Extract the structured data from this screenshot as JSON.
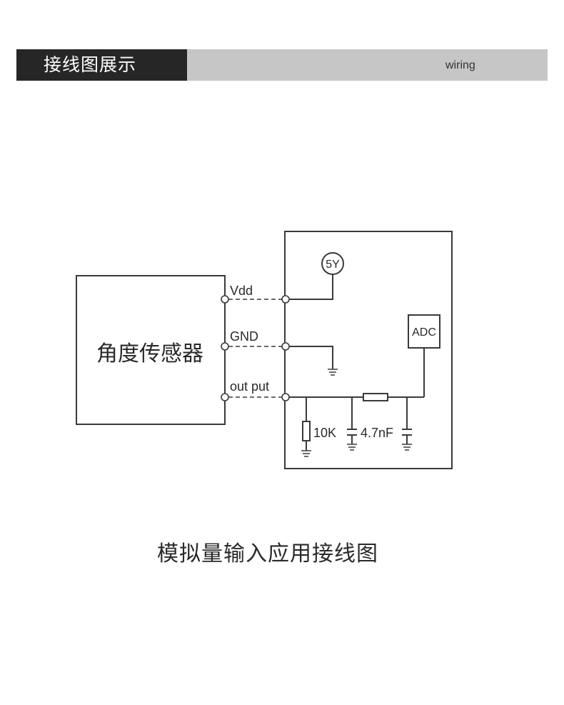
{
  "header": {
    "title": "接线图展示",
    "subtitle": "wiring"
  },
  "diagram": {
    "sensor_label": "角度传感器",
    "pins": {
      "vdd": "Vdd",
      "gnd": "GND",
      "output": "out put"
    },
    "supply_label": "5Y",
    "adc_label": "ADC",
    "resistor_label": "10K",
    "capacitor_label": "4.7nF"
  },
  "caption": "模拟量输入应用接线图",
  "colors": {
    "header_dark": "#262626",
    "header_light": "#c6c6c6",
    "line": "#3a3a3a"
  }
}
